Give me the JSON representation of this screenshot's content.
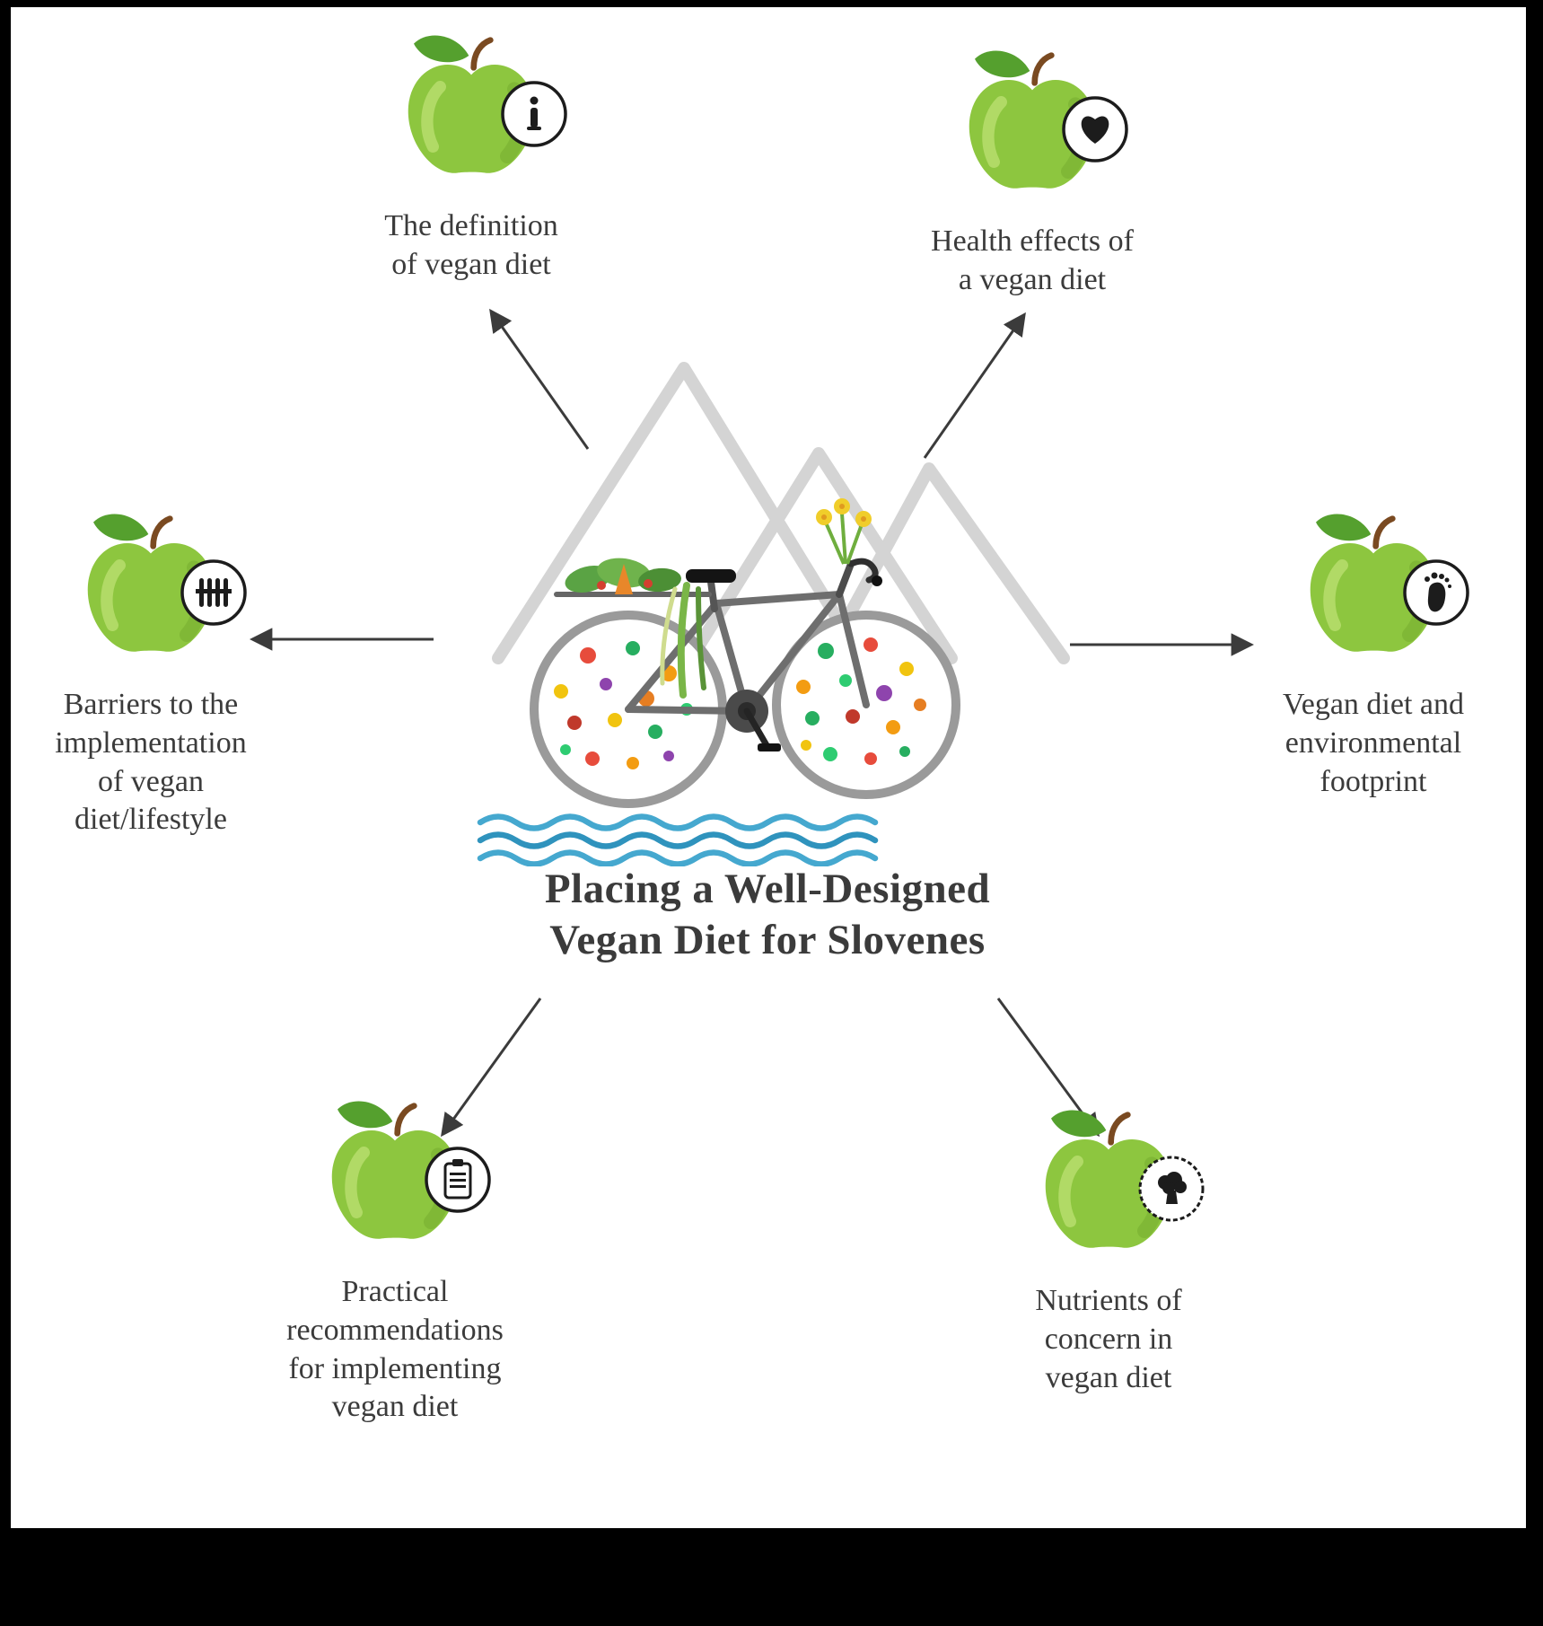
{
  "title": {
    "line1": "Placing a Well-Designed",
    "line2": "Vegan Diet for Slovenes"
  },
  "nodes": [
    {
      "id": "definition",
      "label": "The definition\nof vegan diet",
      "icon": "info-icon"
    },
    {
      "id": "health",
      "label": "Health effects of\na vegan diet",
      "icon": "heart-icon"
    },
    {
      "id": "barriers",
      "label": "Barriers to the\nimplementation\nof vegan\ndiet/lifestyle",
      "icon": "fence-icon"
    },
    {
      "id": "environment",
      "label": "Vegan diet and\nenvironmental\nfootprint",
      "icon": "footprint-icon"
    },
    {
      "id": "recommendations",
      "label": "Practical\nrecommendations\nfor implementing\nvegan diet",
      "icon": "clipboard-icon"
    },
    {
      "id": "nutrients",
      "label": "Nutrients of\nconcern in\nvegan diet",
      "icon": "broccoli-icon"
    }
  ],
  "edges": [
    {
      "from": "center",
      "to": "definition"
    },
    {
      "from": "center",
      "to": "health"
    },
    {
      "from": "center",
      "to": "barriers"
    },
    {
      "from": "center",
      "to": "environment"
    },
    {
      "from": "center",
      "to": "recommendations"
    },
    {
      "from": "center",
      "to": "nutrients"
    }
  ],
  "colors": {
    "apple_green": "#8dc63f",
    "leaf_green": "#55a02e",
    "wave_blue": "#3da3cc",
    "mountain_gray": "#d4d4d4",
    "text": "#3b3b3b"
  }
}
